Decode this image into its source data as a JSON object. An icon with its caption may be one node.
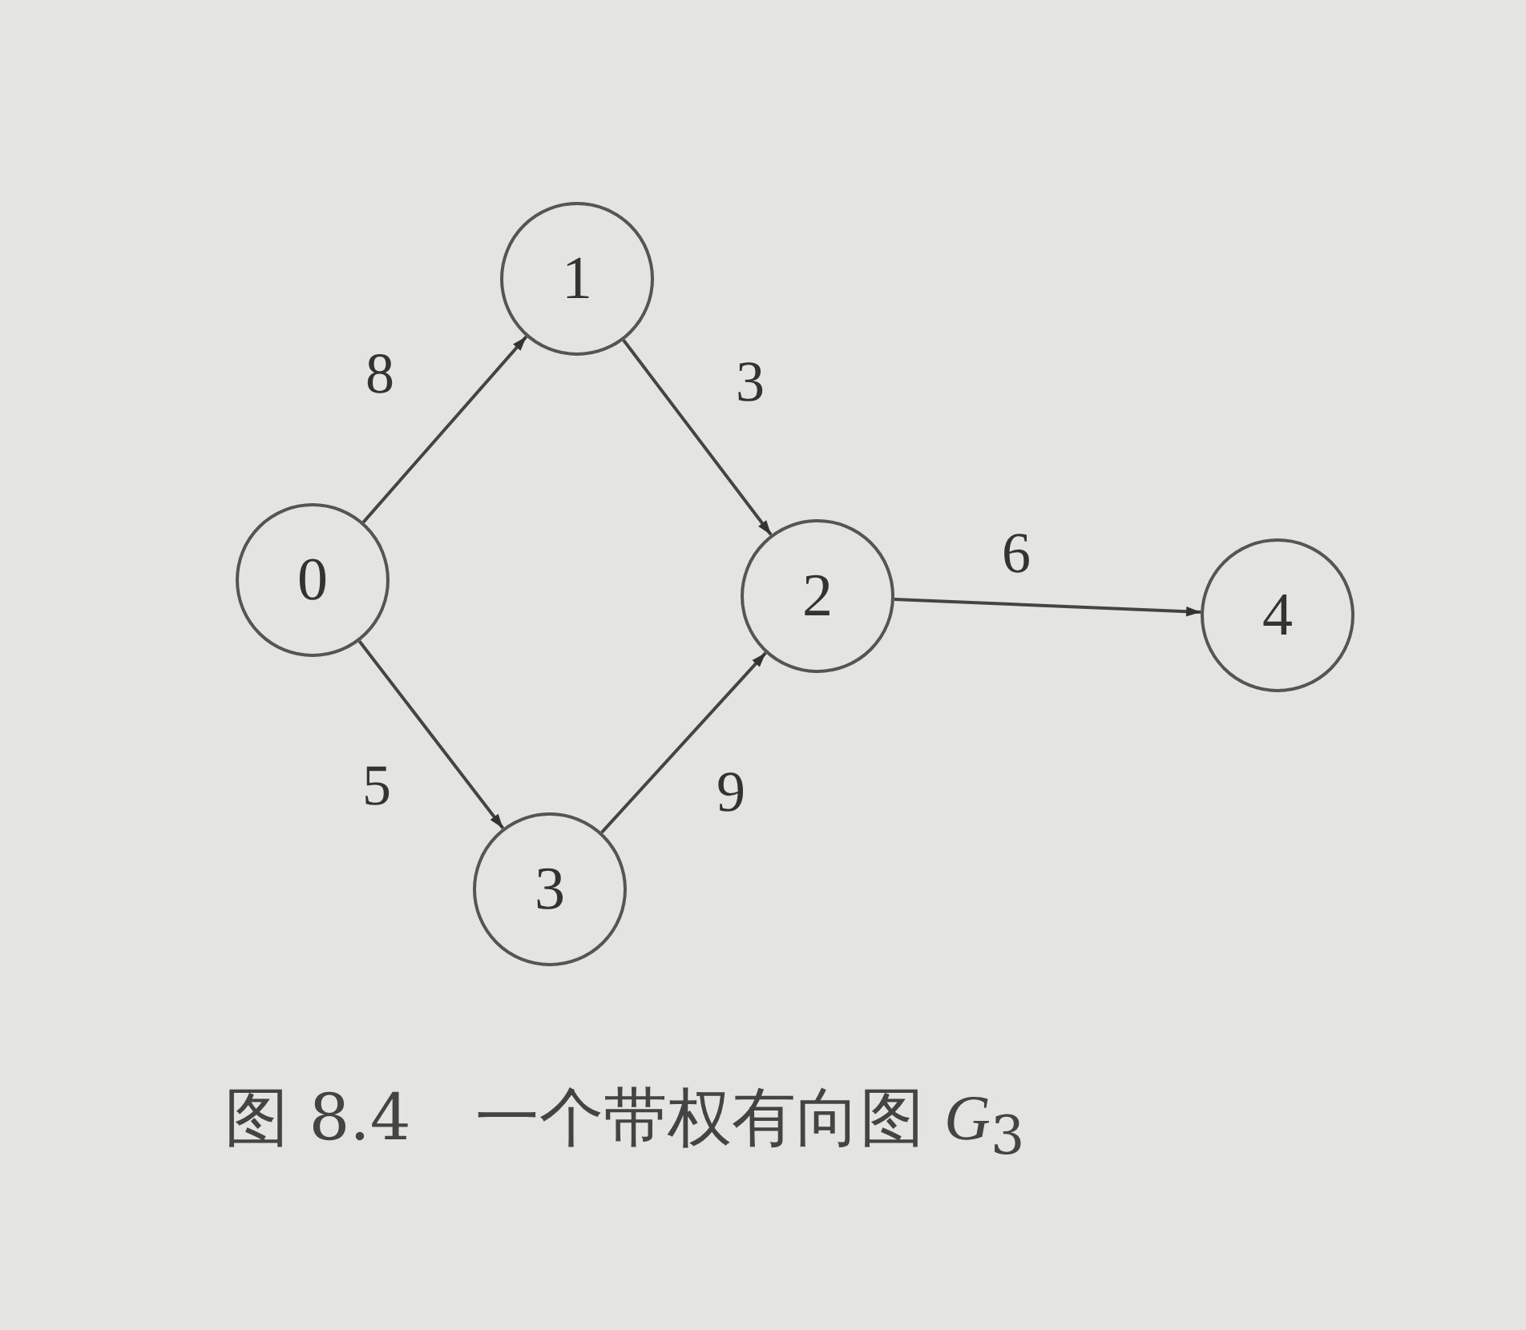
{
  "diagram": {
    "caption": "图 8.4　一个带权有向图 *G*$_{3}$",
    "nodes": [
      {
        "text": [
          "0"
        ]
      },
      {
        "text": [
          "1"
        ]
      },
      {
        "text": [
          "2"
        ]
      },
      {
        "text": [
          "3"
        ]
      },
      {
        "text": [
          "4"
        ]
      }
    ],
    "edges": [
      {
        "from": 0,
        "to": 1,
        "arrow": "to",
        "label": "8"
      },
      {
        "from": 1,
        "to": 2,
        "arrow": "to",
        "label": "3"
      },
      {
        "from": 0,
        "to": 3,
        "arrow": "to",
        "label": "5"
      },
      {
        "from": 3,
        "to": 2,
        "arrow": "to",
        "label": "9"
      },
      {
        "from": 2,
        "to": 4,
        "arrow": "to",
        "label": "6"
      }
    ]
  }
}
